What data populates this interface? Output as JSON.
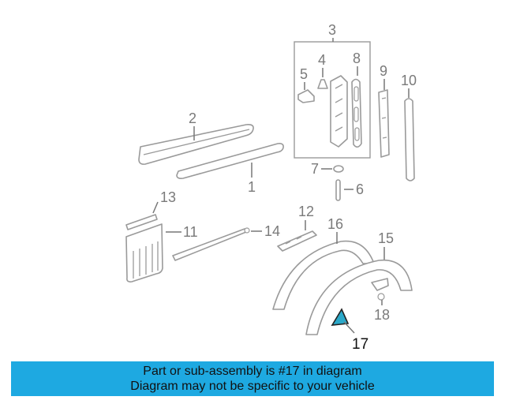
{
  "diagram": {
    "callouts": {
      "c1": "1",
      "c2": "2",
      "c3": "3",
      "c4": "4",
      "c5": "5",
      "c6": "6",
      "c7": "7",
      "c8": "8",
      "c9": "9",
      "c10": "10",
      "c11": "11",
      "c12": "12",
      "c13": "13",
      "c14": "14",
      "c15": "15",
      "c16": "16",
      "c17": "17",
      "c18": "18"
    },
    "highlighted_part": "17",
    "highlight_color": "#2aa8c9",
    "line_color": "#9a9a9a"
  },
  "banner": {
    "line1": "Part or sub-assembly is #17 in diagram",
    "line2": "Diagram may not be specific to your vehicle",
    "background": "#1ea9e1"
  }
}
